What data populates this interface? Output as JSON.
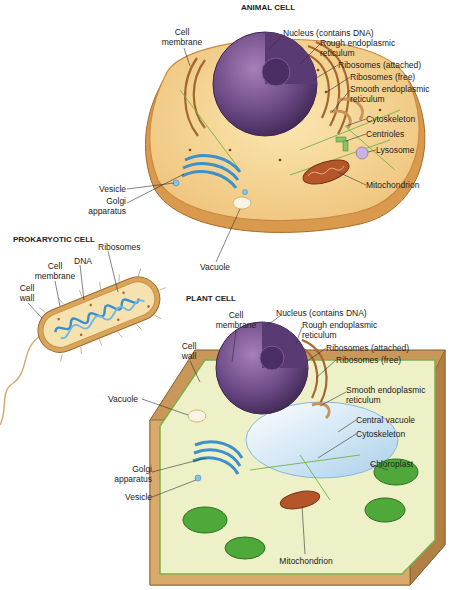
{
  "diagram": {
    "labels": [
      "ANIMAL CELL",
      "Cell membrane",
      "Nucleus (contains DNA)",
      "Rough endoplasmic reticulum",
      "Ribosomes (attached)",
      "Ribosomes (free)",
      "Smooth endoplasmic reticulum",
      "Cytoskeleton",
      "Centrioles",
      "Lysosome",
      "Mitochondrion",
      "Vesicle",
      "Golgi apparatus",
      "Vacuole",
      "PROKARYOTIC CELL",
      "Ribosomes",
      "DNA",
      "Cell membrane",
      "Cell wall",
      "PLANT CELL",
      "Cell membrane",
      "Nucleus (contains DNA)",
      "Rough endoplasmic reticulum",
      "Cell wall",
      "Ribosomes (attached)",
      "Ribosomes (free)",
      "Vacuole",
      "Smooth endoplasmic reticulum",
      "Central vacuole",
      "Cytoskeleton",
      "Chloroplast",
      "Golgi apparatus",
      "Vesicle",
      "Mitochondrion"
    ]
  }
}
